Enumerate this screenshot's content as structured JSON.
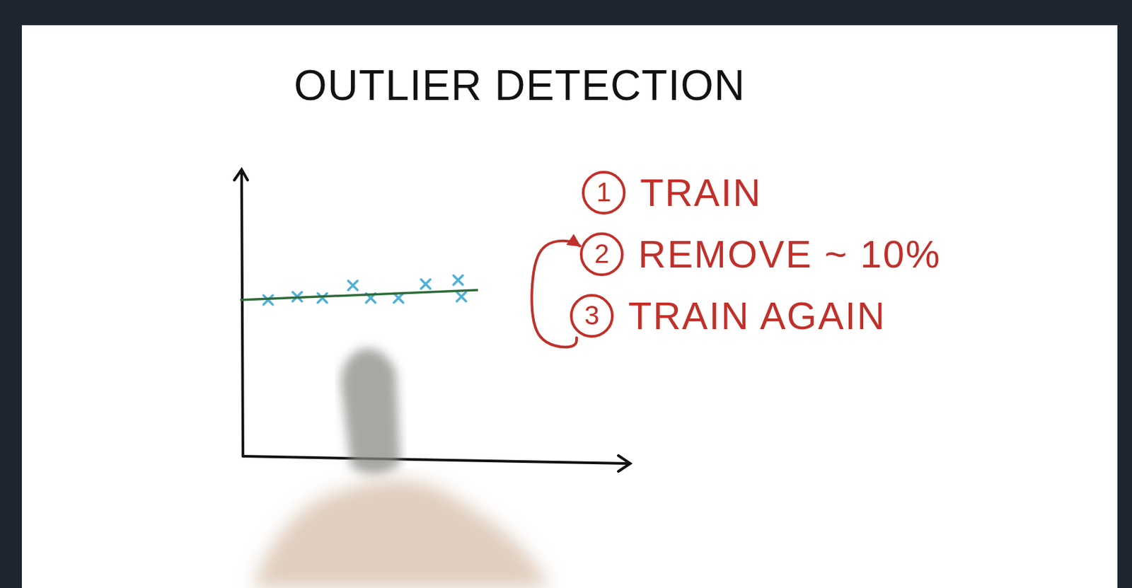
{
  "diagram": {
    "title": "OUTLIER DETECTION",
    "nodes": [
      {
        "text": [
          "1",
          "TRAIN"
        ]
      },
      {
        "text": [
          "2",
          "REMOVE ~ 10%"
        ]
      },
      {
        "text": [
          "3",
          "TRAIN AGAIN"
        ]
      }
    ],
    "edges": [
      {
        "from": 2,
        "to": 1,
        "arrow": "to"
      }
    ]
  }
}
